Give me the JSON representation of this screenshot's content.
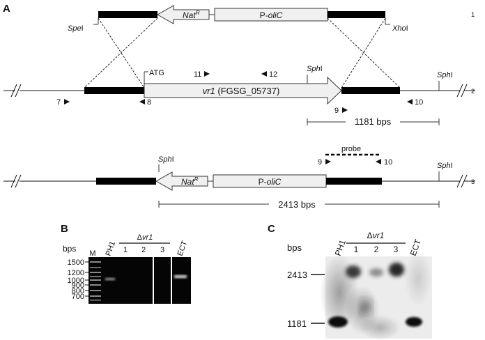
{
  "panels": {
    "a": "A",
    "b": "B",
    "c": "C"
  },
  "construct": {
    "nat_base": "Nat",
    "nat_sup": "R",
    "poli_prefix": "P-",
    "poli_italic": "oliC",
    "spe": "Spe",
    "xho": "Xho",
    "enzyme_suffix": "I",
    "row1": "1",
    "row2": "2",
    "row3": "3"
  },
  "wildtype": {
    "atg": "ATG",
    "gene_italic": "vr1",
    "gene_rest": " (FGSG_05737)",
    "sph": "Sph",
    "primers": {
      "p7": "7",
      "p8": "8",
      "p9": "9",
      "p10": "10",
      "p11": "11",
      "p12": "12"
    },
    "fragment": "1181 bps"
  },
  "mutant": {
    "probe": "probe",
    "fragment": "2413 bps"
  },
  "gel_b": {
    "bps_label": "bps",
    "marker_lane": "M",
    "lanes": [
      "PH1",
      "1",
      "2",
      "3",
      "ECT"
    ],
    "group_delta": "Δ",
    "group_italic": "vr1",
    "ladder": [
      "1500",
      "1200",
      "1000",
      "900",
      "800",
      "700"
    ]
  },
  "blot_c": {
    "bps_label": "bps",
    "lanes": [
      "PH1",
      "1",
      "2",
      "3",
      "ECT"
    ],
    "group_delta": "Δ",
    "group_italic": "vr1",
    "sizes": [
      "2413",
      "1181"
    ]
  },
  "colors": {
    "line": "#111111",
    "block": "#000000",
    "arrow_fill": "#f0f0f0",
    "gel_bg": "#050505",
    "blot_bg": "#ececec",
    "gel_band": "#d8d8d8",
    "blot_band": "#1a1a1a"
  }
}
